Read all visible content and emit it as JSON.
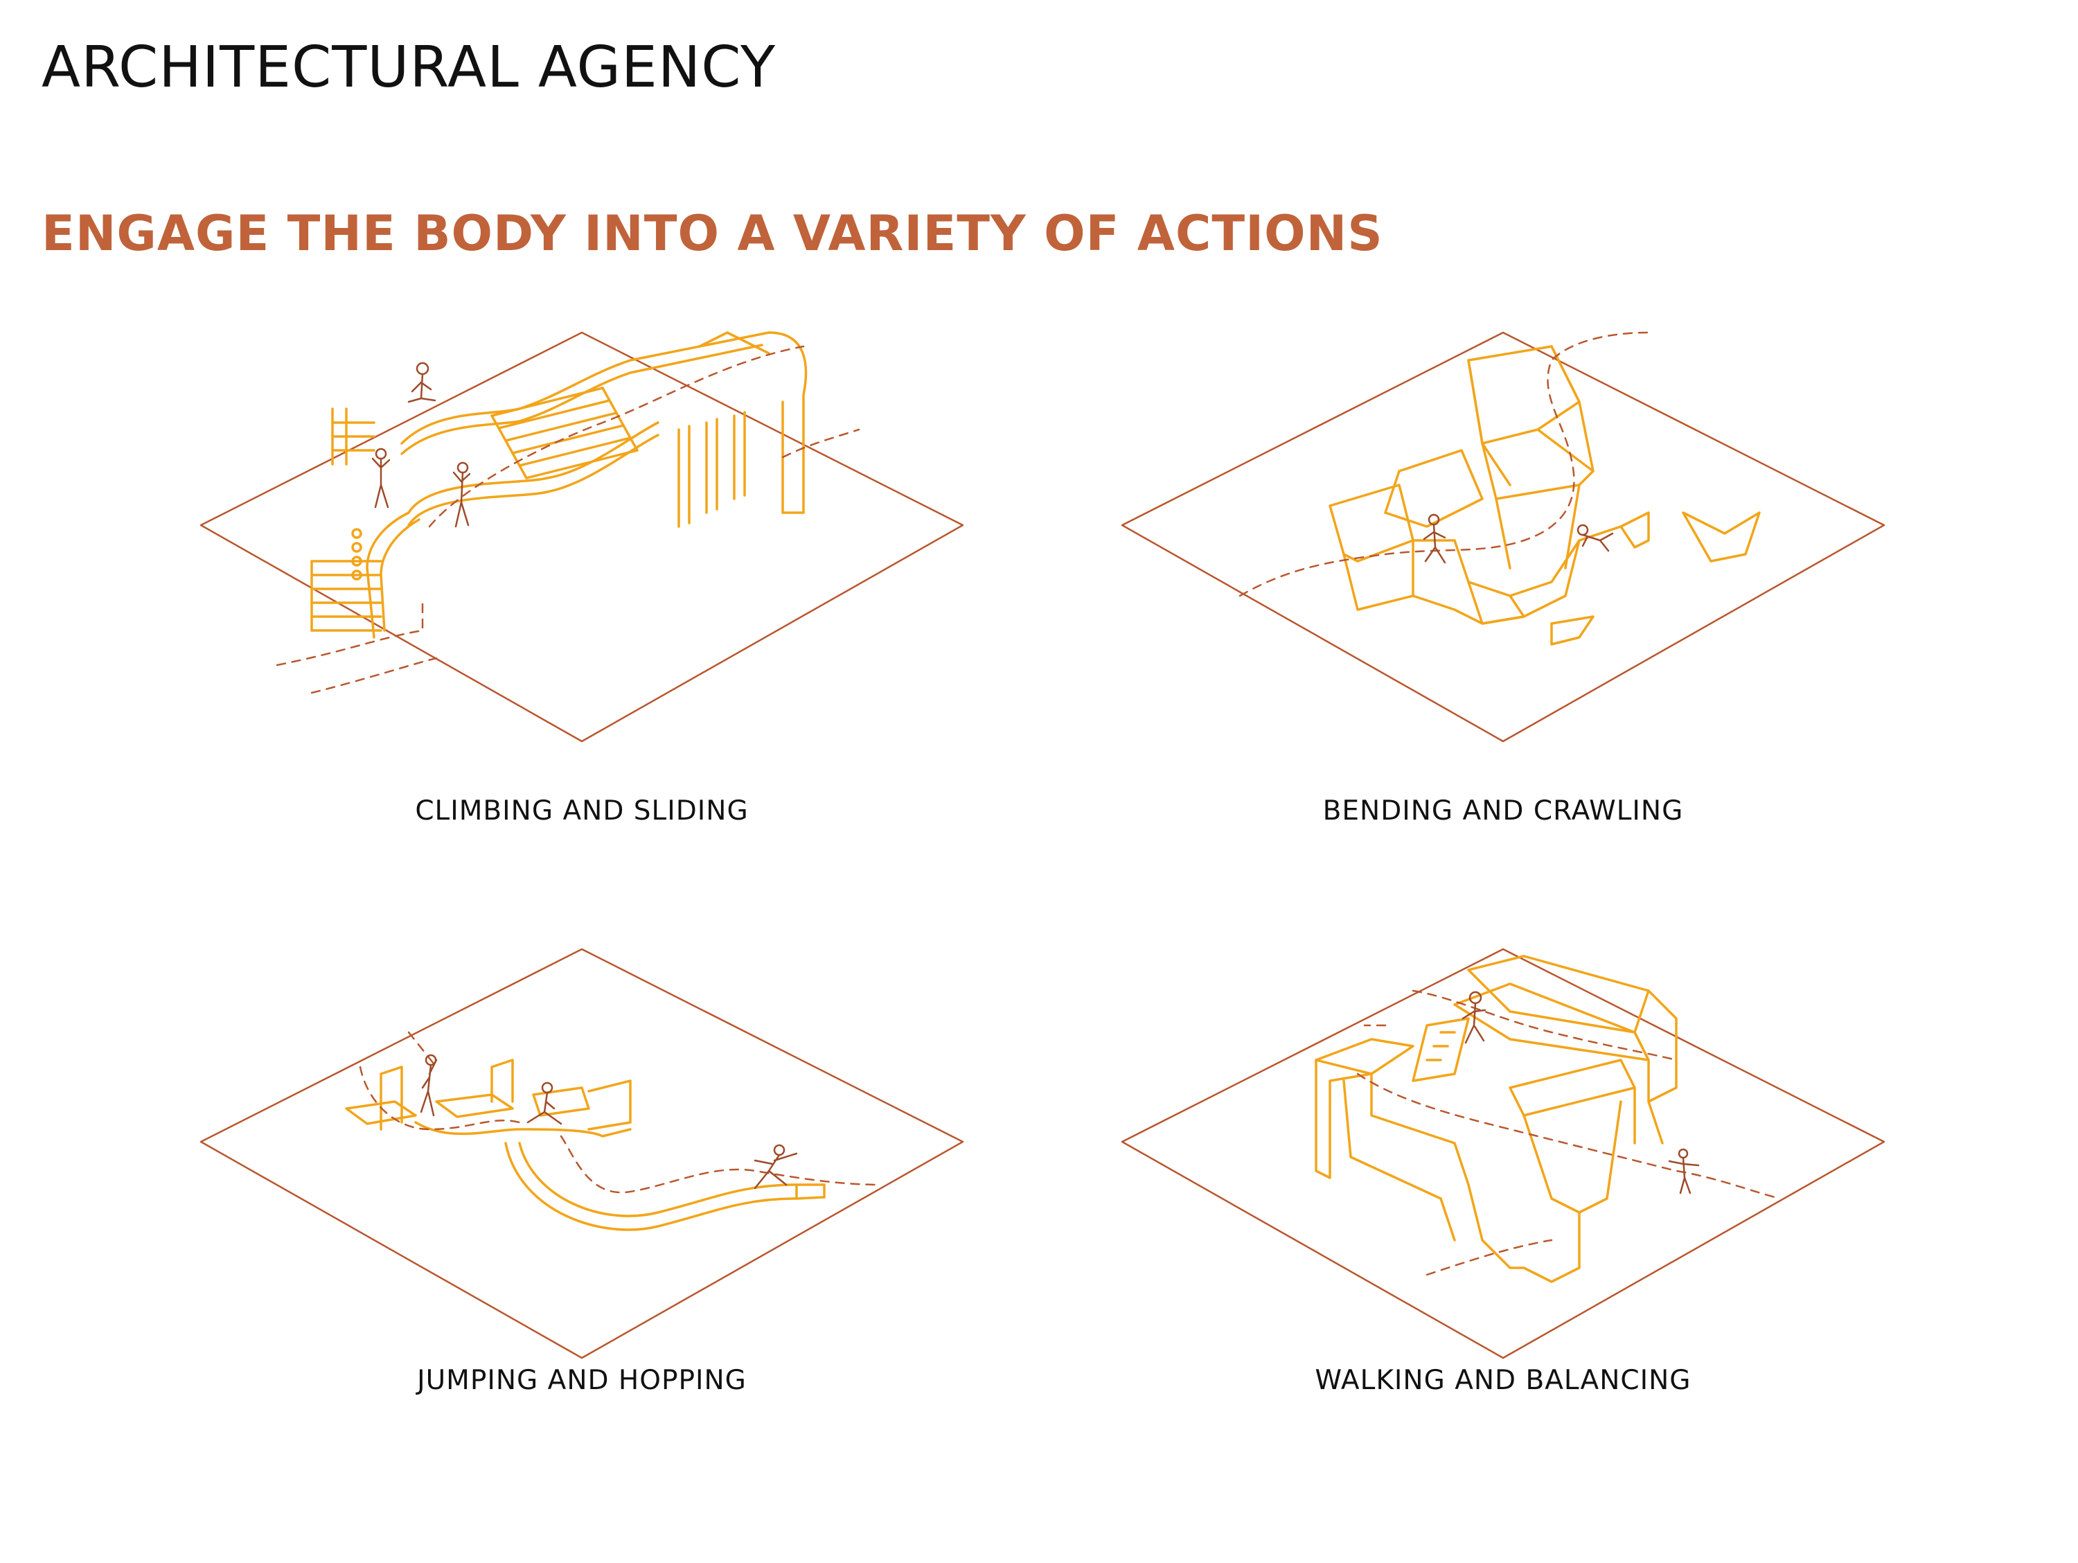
{
  "page": {
    "title": "ARCHITECTURAL AGENCY",
    "subtitle": "ENGAGE THE BODY INTO A VARIETY OF ACTIONS"
  },
  "colors": {
    "title": "#111111",
    "subtitle": "#C0633A",
    "ground": "#B9572E",
    "structure": "#F2A51A",
    "path": "#B9572E",
    "figure": "#9E4A2A"
  },
  "diagrams": [
    {
      "caption": "CLIMBING AND SLIDING"
    },
    {
      "caption": "BENDING AND CRAWLING"
    },
    {
      "caption": "JUMPING AND HOPPING"
    },
    {
      "caption": "WALKING AND BALANCING"
    }
  ]
}
